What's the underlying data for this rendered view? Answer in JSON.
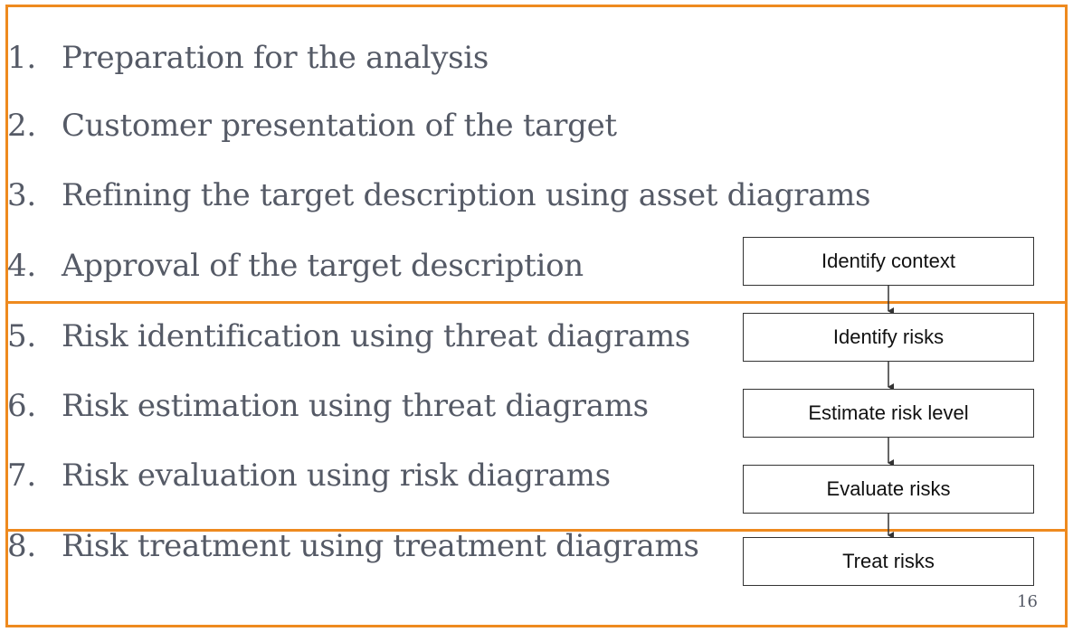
{
  "steps": [
    {
      "number": "1.",
      "text": "Preparation for the analysis"
    },
    {
      "number": "2.",
      "text": "Customer presentation of the target"
    },
    {
      "number": "3.",
      "text": "Refining the target description using asset diagrams"
    },
    {
      "number": "4.",
      "text": "Approval of the target description"
    },
    {
      "number": "5.",
      "text": "Risk identification using threat diagrams"
    },
    {
      "number": "6.",
      "text": "Risk estimation using threat diagrams"
    },
    {
      "number": "7.",
      "text": "Risk evaluation using risk diagrams"
    },
    {
      "number": "8.",
      "text": "Risk treatment using treatment diagrams"
    }
  ],
  "process": [
    "Identify context",
    "Identify risks",
    "Estimate risk level",
    "Evaluate risks",
    "Treat risks"
  ],
  "page_number": "16",
  "colors": {
    "frame": "#ee8a1f",
    "text": "#555a66",
    "box_border": "#333333"
  }
}
